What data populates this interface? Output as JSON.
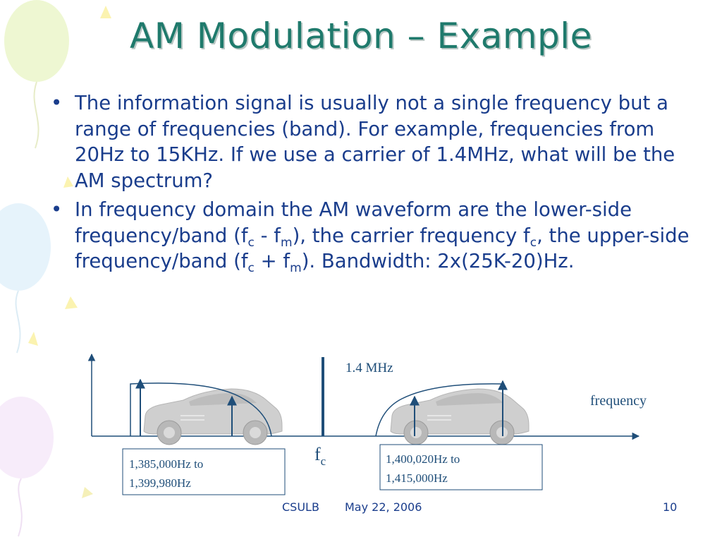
{
  "slide": {
    "title": "AM Modulation – Example",
    "bullets": [
      {
        "text": "The information signal is usually not a single frequency but a range of frequencies (band). For example, frequencies from 20Hz to 15KHz. If we use a carrier of 1.4MHz, what will be the AM spectrum?"
      },
      {
        "parts": {
          "p1": "In frequency domain the AM waveform are the lower-side frequency/band (f",
          "s1": "c",
          "p2": " - f",
          "s2": "m",
          "p3": "), the carrier frequency f",
          "s3": "c",
          "p4": ", the upper-side frequency/band (f",
          "s4": "c",
          "p5": " + f",
          "s5": "m",
          "p6": "). Bandwidth: 2x(25K-20)Hz."
        }
      }
    ],
    "footer": {
      "left": "CSULB",
      "date": "May 22, 2006",
      "page": "10"
    }
  },
  "diagram": {
    "carrier_label": "1.4 MHz",
    "axis_label": "frequency",
    "fc_label": "f",
    "fc_sub": "c",
    "lower_band_box": {
      "line1": "1,385,000Hz to",
      "line2": "1,399,980Hz"
    },
    "upper_band_box": {
      "line1": "1,400,020Hz to",
      "line2": "1,415,000Hz"
    },
    "colors": {
      "title": "#1f7a6c",
      "body_text": "#1a3d8c",
      "lines": "#1f4e79",
      "car": "#c8c8c8"
    },
    "icons": [
      "car-icon",
      "balloon-icon"
    ]
  }
}
